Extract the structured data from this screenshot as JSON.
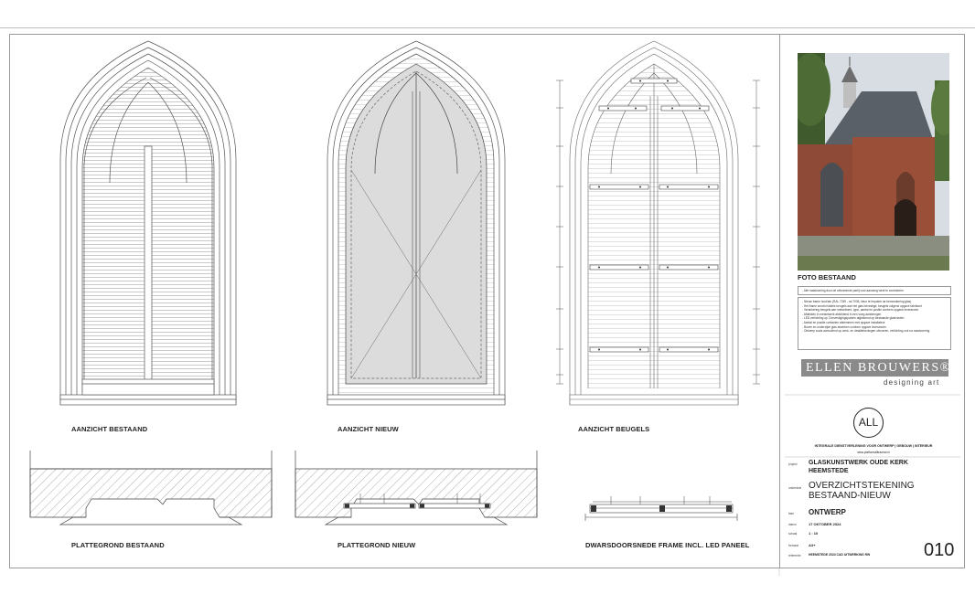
{
  "views": {
    "existing_elevation": "AANZICHT BESTAAND",
    "new_elevation": "AANZICHT NIEUW",
    "brackets_elevation": "AANZICHT BEUGELS",
    "existing_plan": "PLATTEGROND BESTAAND",
    "new_plan": "PLATTEGROND NIEUW",
    "section": "DWARSDOORSNEDE FRAME INCL. LED PANEEL"
  },
  "photo": {
    "caption": "FOTO BESTAAND"
  },
  "notes": {
    "box1": [
      "- Alle maatvoering door de uitvoerende partij voor aanvang werk te controleren"
    ],
    "box2": [
      "- Nieuw frame hout/alu (RAL 7039 - ral 7035, kleur te bepalen na bemonstering glas)",
      "- Het frame wordt middels beugels aan het glas bevestigd, beugels volgens opgave fabrikant",
      "- Verankering beugels aan metselwerk, type, aantal en positie conform opgave leverancier",
      "- Afdekken in metselwerk afdichtend in een voeg aanbrengen",
      "- LED verlichting op 3 bevestigingspunten afgestemd op bestaande glasroeden",
      "- Aantal en positie contacten afstemmen met opgave installateur",
      "- Boven en onderzijde glas afwerken conform opgave leverancier",
      "- Ontwerp zoals aanvullend op werk- en detailtekeningen uitvoeren, verlichting ook na maatvoering"
    ]
  },
  "branding": {
    "eb_name": "ELLEN BROUWERS®",
    "eb_tagline": "designing art",
    "all_logo": "ALL",
    "all_subtitle": "INTEGRALE DIENSTVERLENING VOOR ONTWERP | GEBOUW | INTERIEUR",
    "all_web": "www.platformalltraumd.nl"
  },
  "titleblock": {
    "project_label": "project",
    "project_lines": [
      "GLASKUNSTWERK OUDE KERK",
      "HEEMSTEDE"
    ],
    "drawing_label": "onderdeel",
    "drawing_lines": [
      "OVERZICHTSTEKENING",
      "BESTAAND-NIEUW"
    ],
    "phase_label": "fase",
    "phase": "ONTWERP",
    "date_label": "datum",
    "date": "17 OKTOBER 2024",
    "scale_label": "schaal",
    "scale": "1 : 10",
    "format_label": "formaat",
    "format": "A3+",
    "file_label": "referentie",
    "file": "HEEMSTEDE 2024 CAD UITWERKING RW",
    "sheet_number": "010"
  },
  "colors": {
    "line": "#555555",
    "glass_fill": "#dcdcdc",
    "logo_bg": "#8a8a8a"
  }
}
